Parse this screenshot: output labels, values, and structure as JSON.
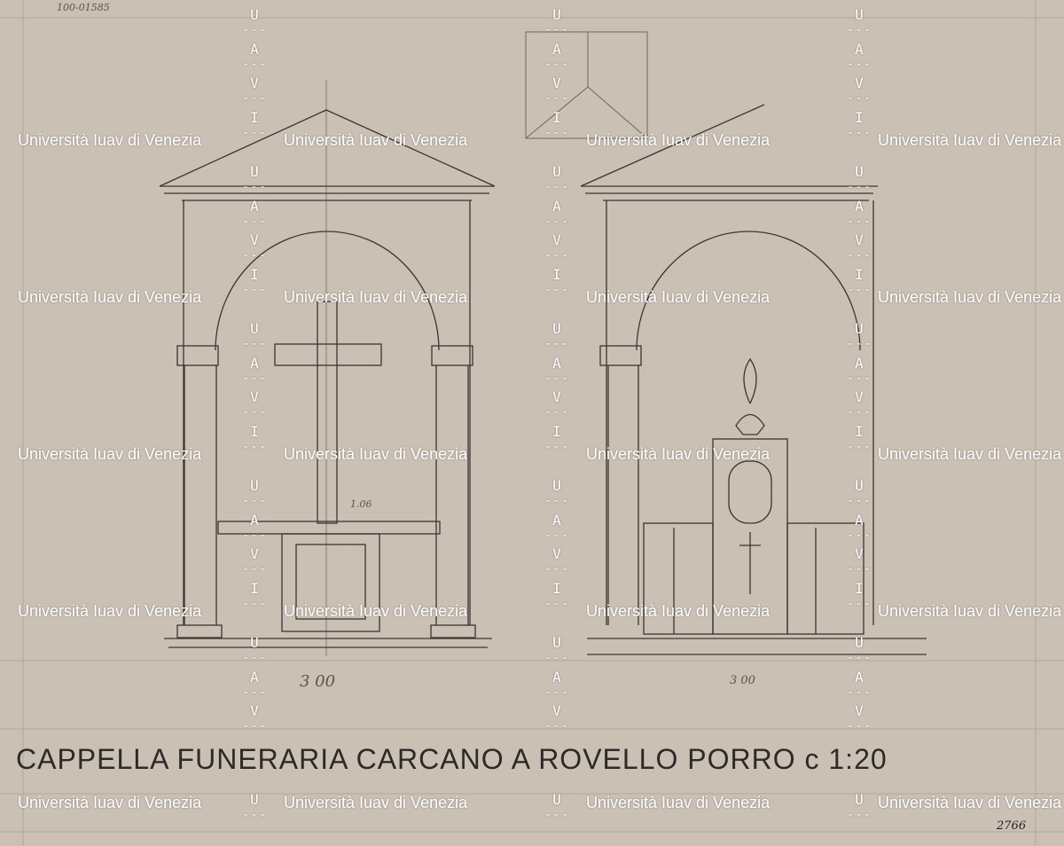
{
  "drawing": {
    "archive_code": "100-01585",
    "title": "CAPPELLA FUNERARIA CARCANO A ROVELLO PORRO c 1:20",
    "sheet_number": "2766",
    "dimensions": [
      "3 00",
      "3 00",
      "1.06"
    ]
  },
  "watermark": {
    "text": "Università Iuav di Venezia",
    "letters": [
      "I",
      "U",
      "A",
      "V"
    ],
    "separator": "---"
  },
  "colors": {
    "paper": "#cbc0b4",
    "ink": "#2d2a27",
    "watermark": "#ffffff"
  }
}
